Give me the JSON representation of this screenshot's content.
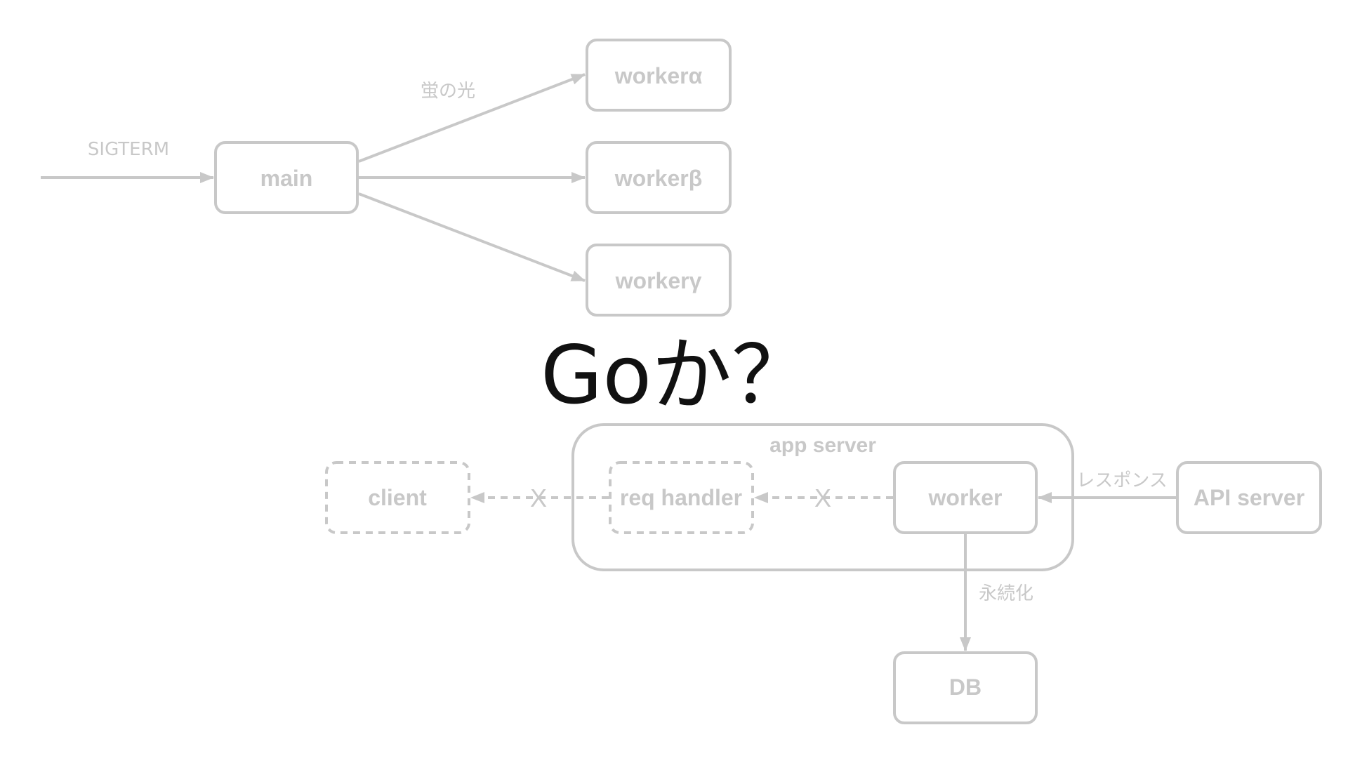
{
  "title": "Goか？",
  "colors": {
    "diagram_stroke": "#c8c8c8",
    "title_text": "#111111",
    "background": "#ffffff"
  },
  "top_diagram": {
    "signal_label": "SIGTERM",
    "main_label": "main",
    "broadcast_label": "蛍の光",
    "worker_alpha": "workerα",
    "worker_beta": "workerβ",
    "worker_gamma": "workerγ"
  },
  "bottom_diagram": {
    "group_label": "app server",
    "client_label": "client",
    "req_handler_label": "req handler",
    "worker_label": "worker",
    "api_server_label": "API server",
    "response_label": "レスポンス",
    "persist_label": "永続化",
    "db_label": "DB",
    "cut_mark": "X"
  }
}
